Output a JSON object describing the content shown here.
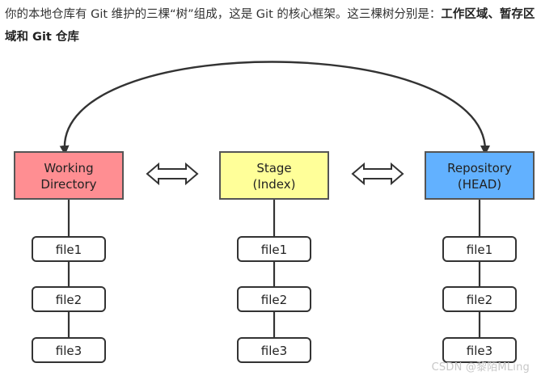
{
  "intro": {
    "text_plain": "你的本地仓库有 Git 维护的三棵“树”组成，这是 Git 的核心框架。这三棵树分别是：",
    "text_bold": "工作区域、暂存区域和 Git 仓库"
  },
  "trees": [
    {
      "line1": "Working",
      "line2": "Directory",
      "fill": "#ff8e92",
      "files": [
        "file1",
        "file2",
        "file3"
      ]
    },
    {
      "line1": "Stage",
      "line2": "(Index)",
      "fill": "#ffff99",
      "files": [
        "file1",
        "file2",
        "file3"
      ]
    },
    {
      "line1": "Repository",
      "line2": "(HEAD)",
      "fill": "#62b1ff",
      "files": [
        "file1",
        "file2",
        "file3"
      ]
    }
  ],
  "watermark": "CSDN @黎陌MLing",
  "colors": {
    "stroke": "#333333",
    "box_border": "#555555"
  }
}
